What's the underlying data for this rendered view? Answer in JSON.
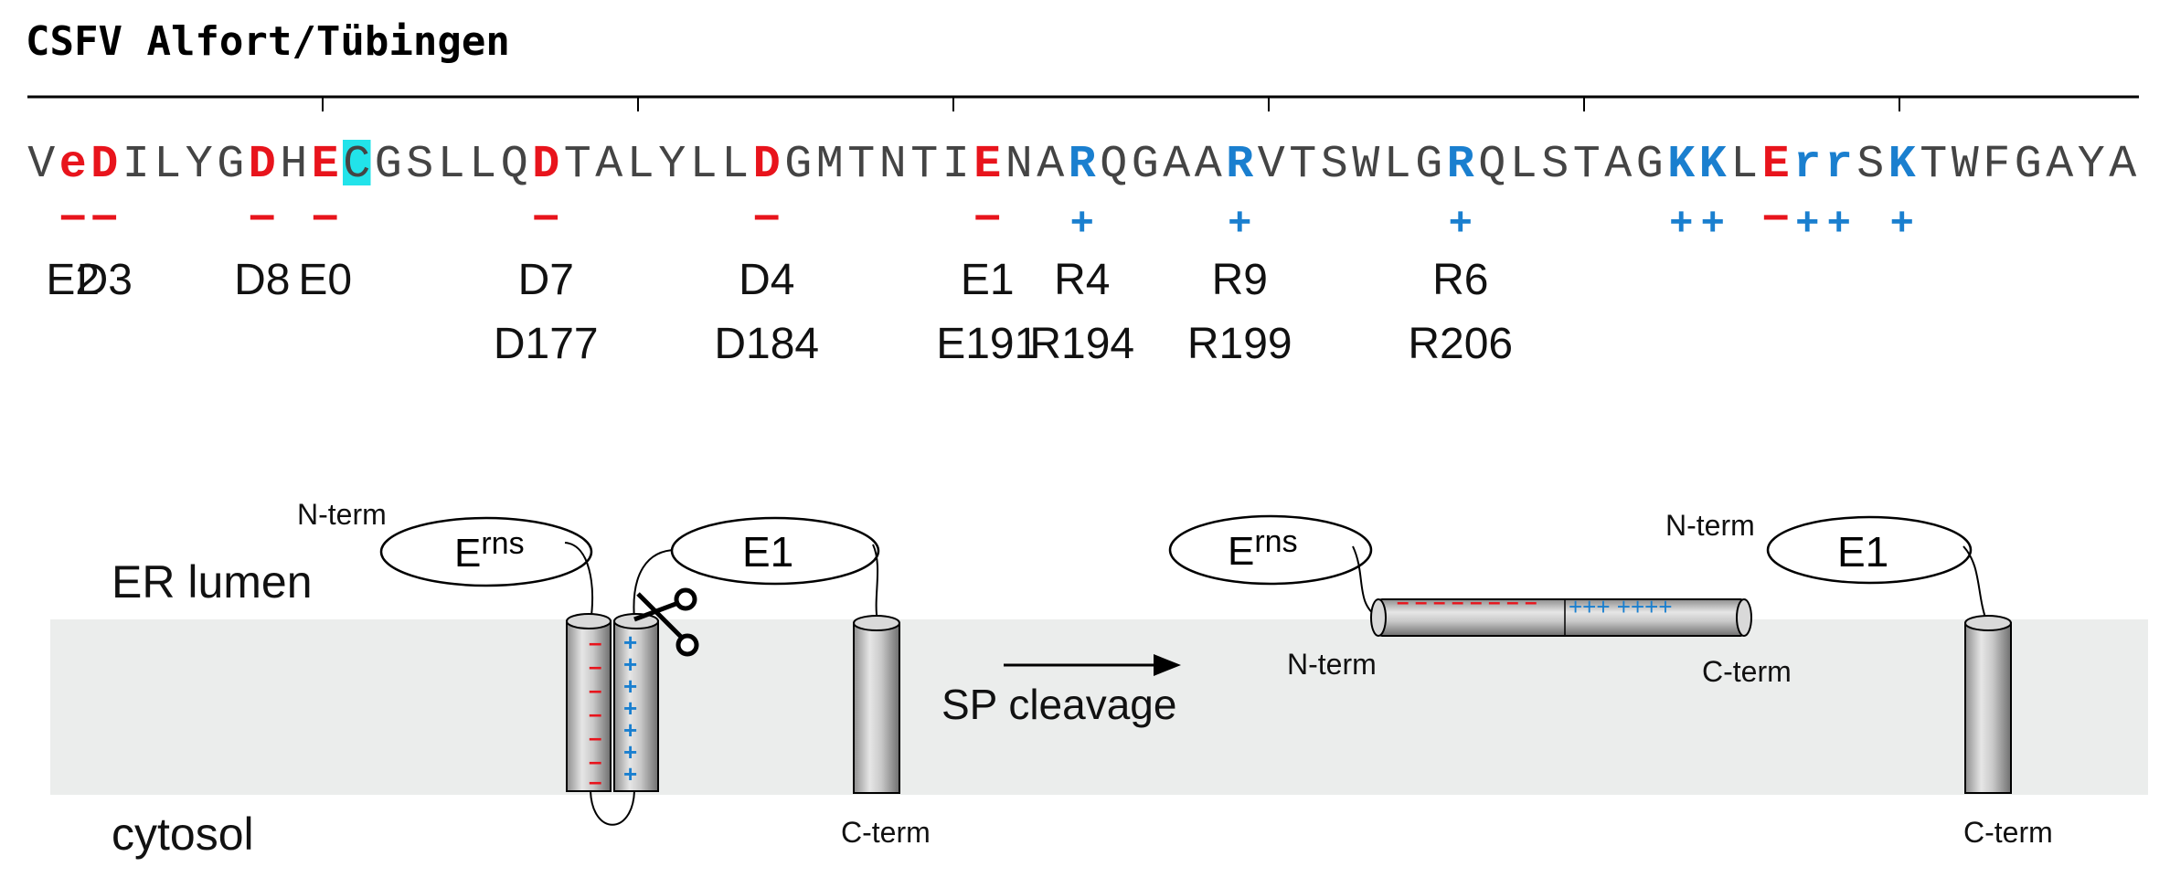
{
  "title": "CSFV Alfort/Tübingen",
  "colors": {
    "negative": "#e8141c",
    "positive": "#1a7fcf",
    "neutral": "#444444",
    "highlight": "#22e3ea",
    "membrane": "#ebedec"
  },
  "sequence": [
    {
      "ch": "V",
      "t": "n"
    },
    {
      "ch": "e",
      "t": "neg",
      "lower": true
    },
    {
      "ch": "D",
      "t": "neg"
    },
    {
      "ch": "I",
      "t": "n"
    },
    {
      "ch": "L",
      "t": "n"
    },
    {
      "ch": "Y",
      "t": "n"
    },
    {
      "ch": "G",
      "t": "n"
    },
    {
      "ch": "D",
      "t": "neg"
    },
    {
      "ch": "H",
      "t": "n"
    },
    {
      "ch": "E",
      "t": "neg"
    },
    {
      "ch": "C",
      "t": "hl"
    },
    {
      "ch": "G",
      "t": "n"
    },
    {
      "ch": "S",
      "t": "n"
    },
    {
      "ch": "L",
      "t": "n"
    },
    {
      "ch": "L",
      "t": "n"
    },
    {
      "ch": "Q",
      "t": "n"
    },
    {
      "ch": "D",
      "t": "neg"
    },
    {
      "ch": "T",
      "t": "n"
    },
    {
      "ch": "A",
      "t": "n"
    },
    {
      "ch": "L",
      "t": "n"
    },
    {
      "ch": "Y",
      "t": "n"
    },
    {
      "ch": "L",
      "t": "n"
    },
    {
      "ch": "L",
      "t": "n"
    },
    {
      "ch": "D",
      "t": "neg"
    },
    {
      "ch": "G",
      "t": "n"
    },
    {
      "ch": "M",
      "t": "n"
    },
    {
      "ch": "T",
      "t": "n"
    },
    {
      "ch": "N",
      "t": "n"
    },
    {
      "ch": "T",
      "t": "n"
    },
    {
      "ch": "I",
      "t": "n"
    },
    {
      "ch": "E",
      "t": "neg"
    },
    {
      "ch": "N",
      "t": "n"
    },
    {
      "ch": "A",
      "t": "n"
    },
    {
      "ch": "R",
      "t": "pos"
    },
    {
      "ch": "Q",
      "t": "n"
    },
    {
      "ch": "G",
      "t": "n"
    },
    {
      "ch": "A",
      "t": "n"
    },
    {
      "ch": "A",
      "t": "n"
    },
    {
      "ch": "R",
      "t": "pos"
    },
    {
      "ch": "V",
      "t": "n"
    },
    {
      "ch": "T",
      "t": "n"
    },
    {
      "ch": "S",
      "t": "n"
    },
    {
      "ch": "W",
      "t": "n"
    },
    {
      "ch": "L",
      "t": "n"
    },
    {
      "ch": "G",
      "t": "n"
    },
    {
      "ch": "R",
      "t": "pos"
    },
    {
      "ch": "Q",
      "t": "n"
    },
    {
      "ch": "L",
      "t": "n"
    },
    {
      "ch": "S",
      "t": "n"
    },
    {
      "ch": "T",
      "t": "n"
    },
    {
      "ch": "A",
      "t": "n"
    },
    {
      "ch": "G",
      "t": "n"
    },
    {
      "ch": "K",
      "t": "pos"
    },
    {
      "ch": "K",
      "t": "pos"
    },
    {
      "ch": "L",
      "t": "n"
    },
    {
      "ch": "E",
      "t": "neg"
    },
    {
      "ch": "r",
      "t": "pos",
      "lower": true
    },
    {
      "ch": "r",
      "t": "pos",
      "lower": true
    },
    {
      "ch": "S",
      "t": "n"
    },
    {
      "ch": "K",
      "t": "pos"
    },
    {
      "ch": "T",
      "t": "n"
    },
    {
      "ch": "W",
      "t": "n"
    },
    {
      "ch": "F",
      "t": "n"
    },
    {
      "ch": "G",
      "t": "n"
    },
    {
      "ch": "A",
      "t": "n"
    },
    {
      "ch": "Y",
      "t": "n"
    },
    {
      "ch": "A",
      "t": "n"
    }
  ],
  "charge_symbols": {
    "negative": "–",
    "positive": "+"
  },
  "mutations": [
    {
      "idx": 1,
      "row1": "E2"
    },
    {
      "idx": 2,
      "row1": "D3"
    },
    {
      "idx": 7,
      "row1": "D8"
    },
    {
      "idx": 9,
      "row1": "E0"
    },
    {
      "idx": 16,
      "row1": "D7",
      "row2": "D177"
    },
    {
      "idx": 23,
      "row1": "D4",
      "row2": "D184"
    },
    {
      "idx": 30,
      "row1": "E1",
      "row2": "E191"
    },
    {
      "idx": 33,
      "row1": "R4",
      "row2": "R194"
    },
    {
      "idx": 38,
      "row1": "R9",
      "row2": "R199"
    },
    {
      "idx": 45,
      "row1": "R6",
      "row2": "R206"
    }
  ],
  "diagram": {
    "er_lumen": "ER lumen",
    "cytosol": "cytosol",
    "n_term": "N-term",
    "c_term": "C-term",
    "erns_main": "E",
    "erns_sup": "rns",
    "e1": "E1",
    "sp_cleavage": "SP cleavage",
    "helix_minus": "– – – – – – – –",
    "helix_plus": "+++ ++++"
  }
}
